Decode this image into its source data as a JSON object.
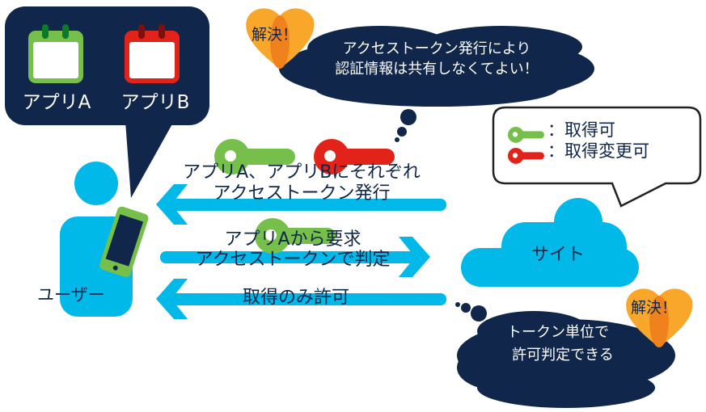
{
  "colors": {
    "navy": "#10264a",
    "cyan": "#00b9e8",
    "green": "#76bf4a",
    "red": "#e2231a",
    "orange": "#f9a72b",
    "orange_dark": "#f0821e"
  },
  "apps": {
    "app_a": "アプリA",
    "app_b": "アプリB"
  },
  "user": {
    "label": "ユーザー"
  },
  "site": {
    "label": "サイト"
  },
  "arrows": {
    "issue_line1": "アプリA、アプリBにそれぞれ",
    "issue_line2": "アクセストークン発行",
    "request_line1": "アプリAから要求",
    "request_line2": "アクセストークンで判定",
    "permit": "取得のみ許可"
  },
  "legend": {
    "green_key": "：取得可",
    "red_key": "：取得変更可"
  },
  "solutions": [
    {
      "badge": "解決！",
      "line1": "アクセストークン発行により",
      "line2": "認証情報は共有しなくてよい！"
    },
    {
      "badge": "解決！",
      "line1": "トークン単位で",
      "line2": "許可判定できる"
    }
  ]
}
